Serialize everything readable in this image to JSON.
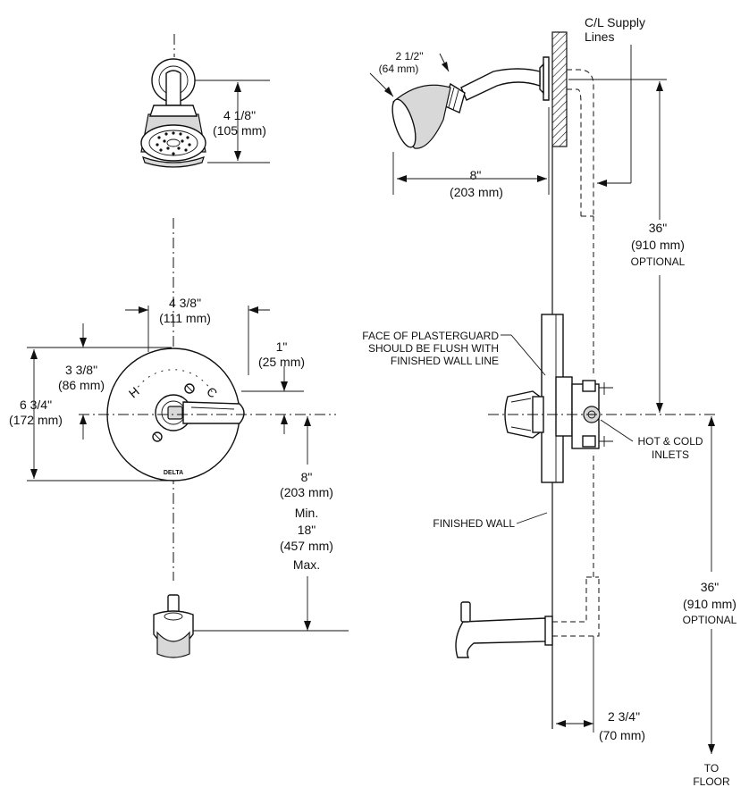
{
  "labels": {
    "supply_lines": [
      "C/L Supply",
      "Lines"
    ],
    "showerhead_height": [
      "4 1/8\"",
      "(105 mm)"
    ],
    "showerhead_dia": [
      "2 1/2\"",
      "(64 mm)"
    ],
    "arm_reach": [
      "8\"",
      "(203 mm)"
    ],
    "upper_height": [
      "36\"",
      "(910 mm)",
      "OPTIONAL"
    ],
    "plate_width": [
      "4 3/8\"",
      "(111 mm)"
    ],
    "plate_upper": [
      "3 3/8\"",
      "(86 mm)"
    ],
    "plate_height": [
      "6 3/4\"",
      "(172 mm)"
    ],
    "handle_offset": [
      "1\"",
      "(25 mm)"
    ],
    "spout_distance": [
      "8\"",
      "(203 mm)",
      "Min.",
      "18\"",
      "(457 mm)",
      "Max."
    ],
    "plasterguard": [
      "FACE OF PLASTERGUARD",
      "SHOULD BE FLUSH WITH",
      "FINISHED WALL LINE"
    ],
    "inlets": [
      "HOT & COLD",
      "INLETS"
    ],
    "finished_wall": "FINISHED WALL",
    "lower_height": [
      "36\"",
      "(910 mm)",
      "OPTIONAL"
    ],
    "spout_reach": [
      "2 3/4\"",
      "(70 mm)"
    ],
    "to_floor": [
      "TO",
      "FLOOR"
    ],
    "handle_hot": "H",
    "handle_cold": "C",
    "brand": "DELTA"
  }
}
